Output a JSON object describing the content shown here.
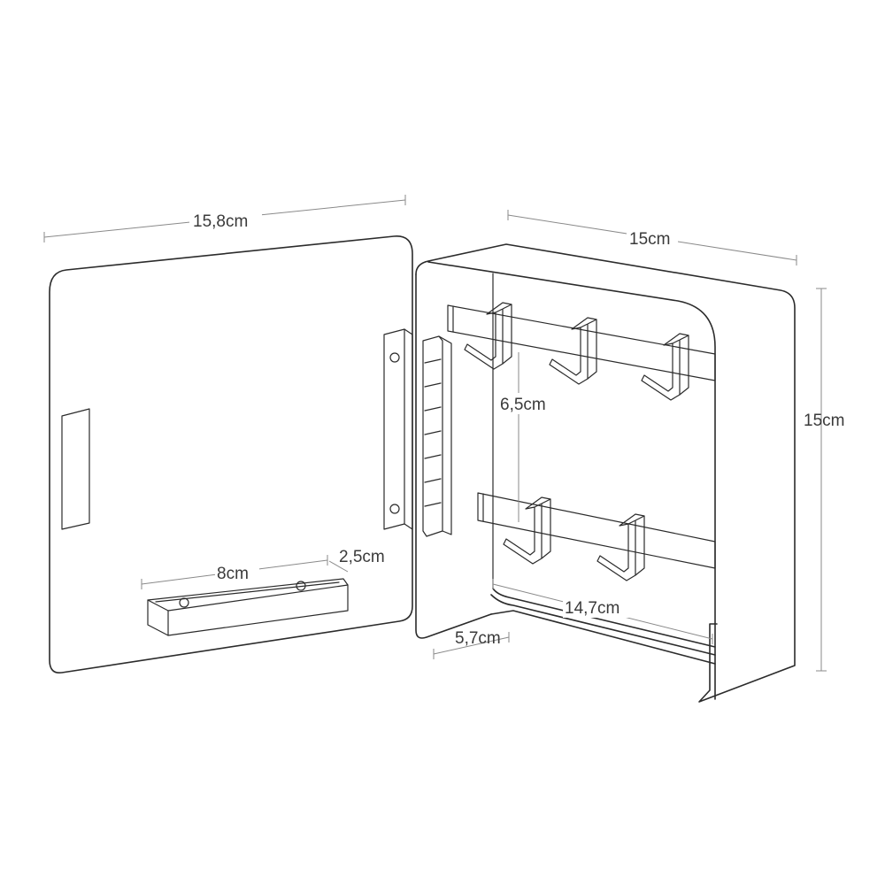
{
  "dimensions": {
    "door_width": "15,8cm",
    "box_width": "15cm",
    "box_height": "15cm",
    "hook_spacing": "6,5cm",
    "tray_length": "8cm",
    "tray_depth": "2,5cm",
    "rail_length": "14,7cm",
    "box_depth": "5,7cm"
  },
  "colors": {
    "line": "#2b2b2b",
    "dimension": "#8a8a8a",
    "background": "#ffffff"
  }
}
